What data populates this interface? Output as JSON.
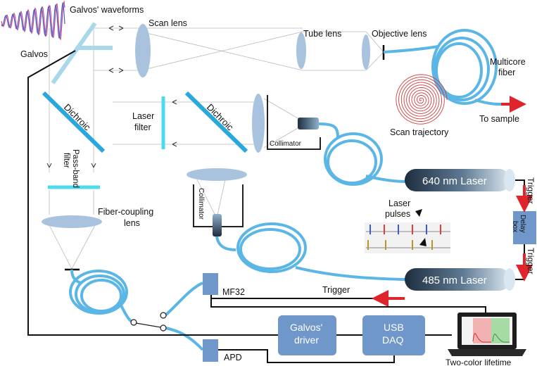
{
  "labels": {
    "galvos_waveforms": "Galvos' waveforms",
    "scan_lens": "Scan lens",
    "tube_lens": "Tube lens",
    "objective_lens": "Objective lens",
    "galvos": "Galvos",
    "multicore_fiber_line1": "Multicore",
    "multicore_fiber_line2": "fiber",
    "dichroic": "Dichroic",
    "laser_filter_line1": "Laser",
    "laser_filter_line2": "filter",
    "collimator": "Collimator",
    "scan_trajectory": "Scan trajectory",
    "to_sample": "To sample",
    "pass_band_filter_line1": "Pass-band",
    "pass_band_filter_line2": "filter",
    "laser_640": "640 nm Laser",
    "laser_485": "485 nm Laser",
    "trigger": "Trigger",
    "delay_box_line1": "Delay",
    "delay_box_line2": "box",
    "laser_pulses_line1": "Laser",
    "laser_pulses_line2": "pulses",
    "fiber_coupling_lens_line1": "Fiber-coupling",
    "fiber_coupling_lens_line2": "lens",
    "mf32": "MF32",
    "apd": "APD",
    "galvos_driver_line1": "Galvos'",
    "galvos_driver_line2": "driver",
    "usb_daq_line1": "USB",
    "usb_daq_line2": "DAQ",
    "two_color_lifetime": "Two-color lifetime"
  },
  "colors": {
    "fiber": "#5bb6e6",
    "lens": "#a9c3df",
    "filter": "#4dd9ee",
    "dichroic": "#2aa8dc",
    "box": "#6f97c9",
    "laser_dark": "#223448",
    "laser_light": "#c9dbe8",
    "trigger_arrow": "#e0242b",
    "scan_trajectory": "#d33a3a",
    "pulse_red": "#e33b3b",
    "pulse_blue": "#3a5bd9",
    "pulse_gold": "#b8952f"
  }
}
